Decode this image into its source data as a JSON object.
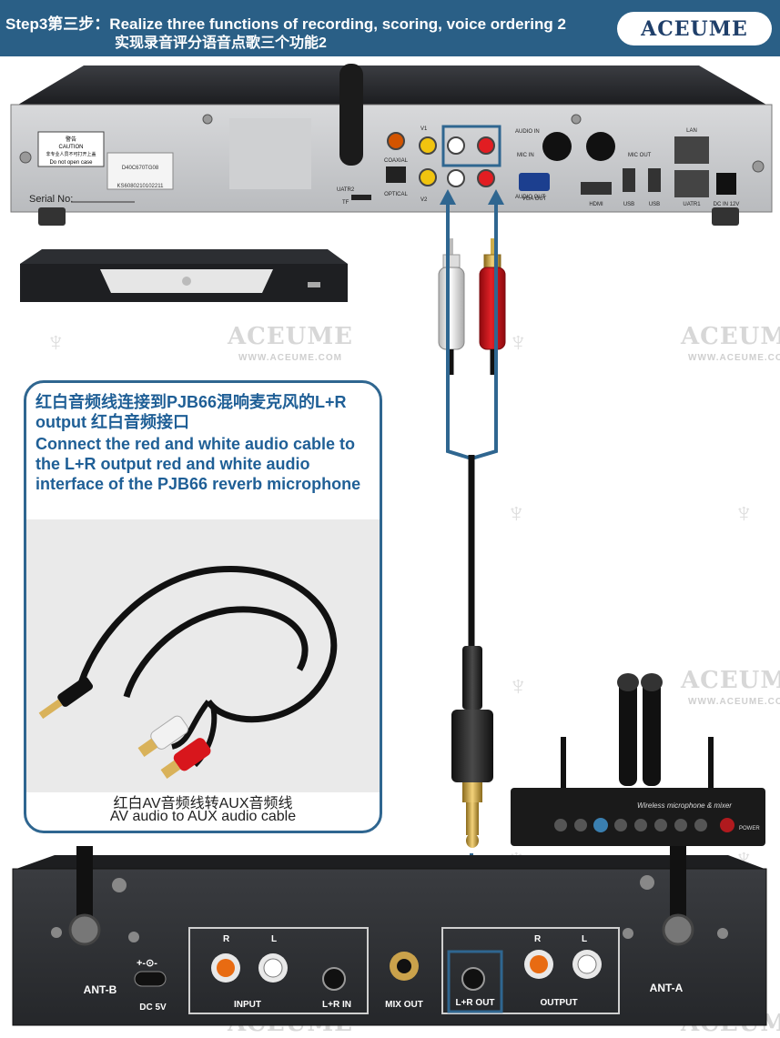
{
  "header": {
    "step_line": "Step3第三步：Realize three functions of recording, scoring, voice ordering 2",
    "cn_line": "实现录音评分语音点歌三个功能2",
    "logo": "ACEUME"
  },
  "watermark": {
    "brand": "ACEUME",
    "url": "WWW.ACEUME.COM"
  },
  "top_device": {
    "sticker": [
      "警告",
      "CAUTION",
      "非专业人员不可打开上盖",
      "Do not open case"
    ],
    "serial_label": "Serial No:",
    "serial_codes": [
      "D40C670TG08",
      "KS6080210102211"
    ],
    "port_labels": {
      "coaxial": "COAXIAL",
      "optical": "OPTICAL",
      "v1": "V1",
      "v2": "V2",
      "audio_in": "AUDIO IN",
      "mic_in": "MIC IN",
      "mic_out": "MIC OUT",
      "audio_out": "AUDIO OUT",
      "vga_out": "VGA OUT",
      "hdmi": "HDMI",
      "usb1": "USB",
      "usb2": "USB",
      "lan": "LAN",
      "uatr1": "UATR1",
      "dc": "DC IN 12V",
      "uatr2": "UATR2",
      "tf": "TF"
    }
  },
  "note": {
    "cn_pre": "红白音频线连接到",
    "cn_bold1": "PJB66",
    "cn_mid": "混响麦克风的",
    "cn_bold2": "L+R output",
    "cn_post": " 红白音频接口",
    "en": "Connect the red and white audio cable to the L+R output red and white audio interface of the PJB66 reverb microphone",
    "caption_cn": "红白AV音频线转AUX音频线",
    "caption_en": "AV audio to AUX audio cable"
  },
  "mixer_front": {
    "label": "Wireless microphone & mixer",
    "power": "POWER"
  },
  "bottom_device": {
    "ant_b": "ANT-B",
    "ant_a": "ANT-A",
    "dc": "DC 5V",
    "input": "INPUT",
    "lr_in": "L+R IN",
    "mix_out": "MIX OUT",
    "lr_out": "L+R OUT",
    "output": "OUTPUT",
    "r": "R",
    "l": "L"
  },
  "colors": {
    "banner": "#2a5f86",
    "accent_blue": "#2f6690",
    "cable_red": "#d0161b",
    "cable_white": "#eeeeee",
    "panel_dark": "#2b2d30"
  }
}
